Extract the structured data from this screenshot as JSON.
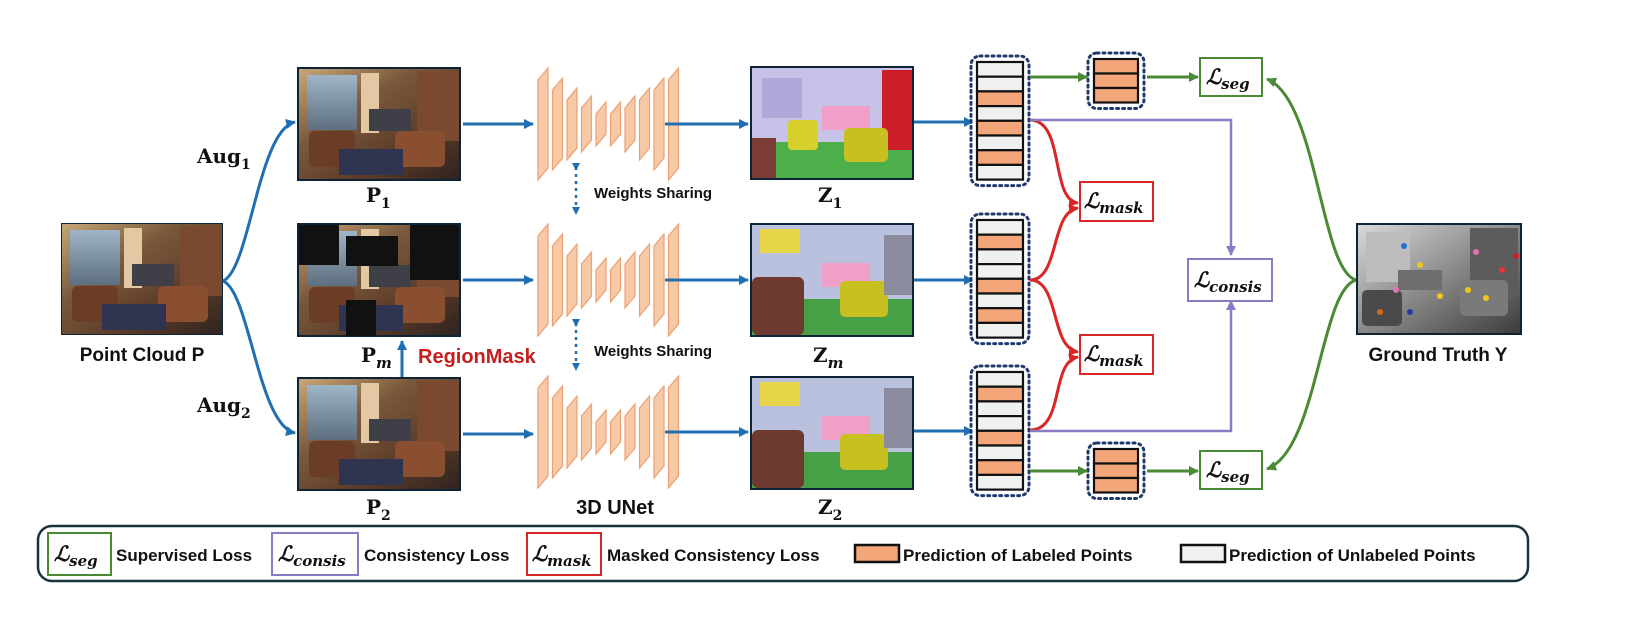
{
  "input_label": "Point Cloud P",
  "ground_truth_label": "Ground Truth Y",
  "aug1": {
    "base": "Aug",
    "sub": "1"
  },
  "aug2": {
    "base": "Aug",
    "sub": "2"
  },
  "p1": {
    "base": "P",
    "sub": "1"
  },
  "pm": {
    "base": "P",
    "sub": "m"
  },
  "p2": {
    "base": "P",
    "sub": "2"
  },
  "z1": {
    "base": "Z",
    "sub": "1"
  },
  "zm": {
    "base": "Z",
    "sub": "m"
  },
  "z2": {
    "base": "Z",
    "sub": "2"
  },
  "region_mask": "RegionMask",
  "weights_sharing": "Weights Sharing",
  "unet_label": "3D UNet",
  "loss_symbol": "ℒ",
  "loss_seg_sub": "seg",
  "loss_consis_sub": "consis",
  "loss_mask_sub": "mask",
  "pred_rows": {
    "p1": [
      "u",
      "u",
      "l",
      "u",
      "l",
      "u",
      "l",
      "u"
    ],
    "pm": [
      "u",
      "l",
      "u",
      "u",
      "l",
      "u",
      "l",
      "u"
    ],
    "p2": [
      "u",
      "l",
      "u",
      "u",
      "l",
      "u",
      "l",
      "u"
    ],
    "labeled": [
      "l",
      "l",
      "l"
    ]
  },
  "legend": {
    "seg_text": "Supervised Loss",
    "consis_text": "Consistency Loss",
    "mask_text": "Masked Consistency Loss",
    "labeled_text": "Prediction of Labeled Points",
    "unlabeled_text": "Prediction of Unlabeled Points"
  },
  "colors": {
    "arrow_blue": "#1f6fb2",
    "seg_green": "#4a8a34",
    "consis_purple": "#8a7cc4",
    "mask_red": "#d92626",
    "region_red": "#c41e1e",
    "unet_peach": "#f7c9a6",
    "unet_edge": "#eaa173",
    "labeled_fill": "#f2a679",
    "unlabeled_fill": "#eef1ef",
    "dotted_blue": "#1e3a6e"
  }
}
